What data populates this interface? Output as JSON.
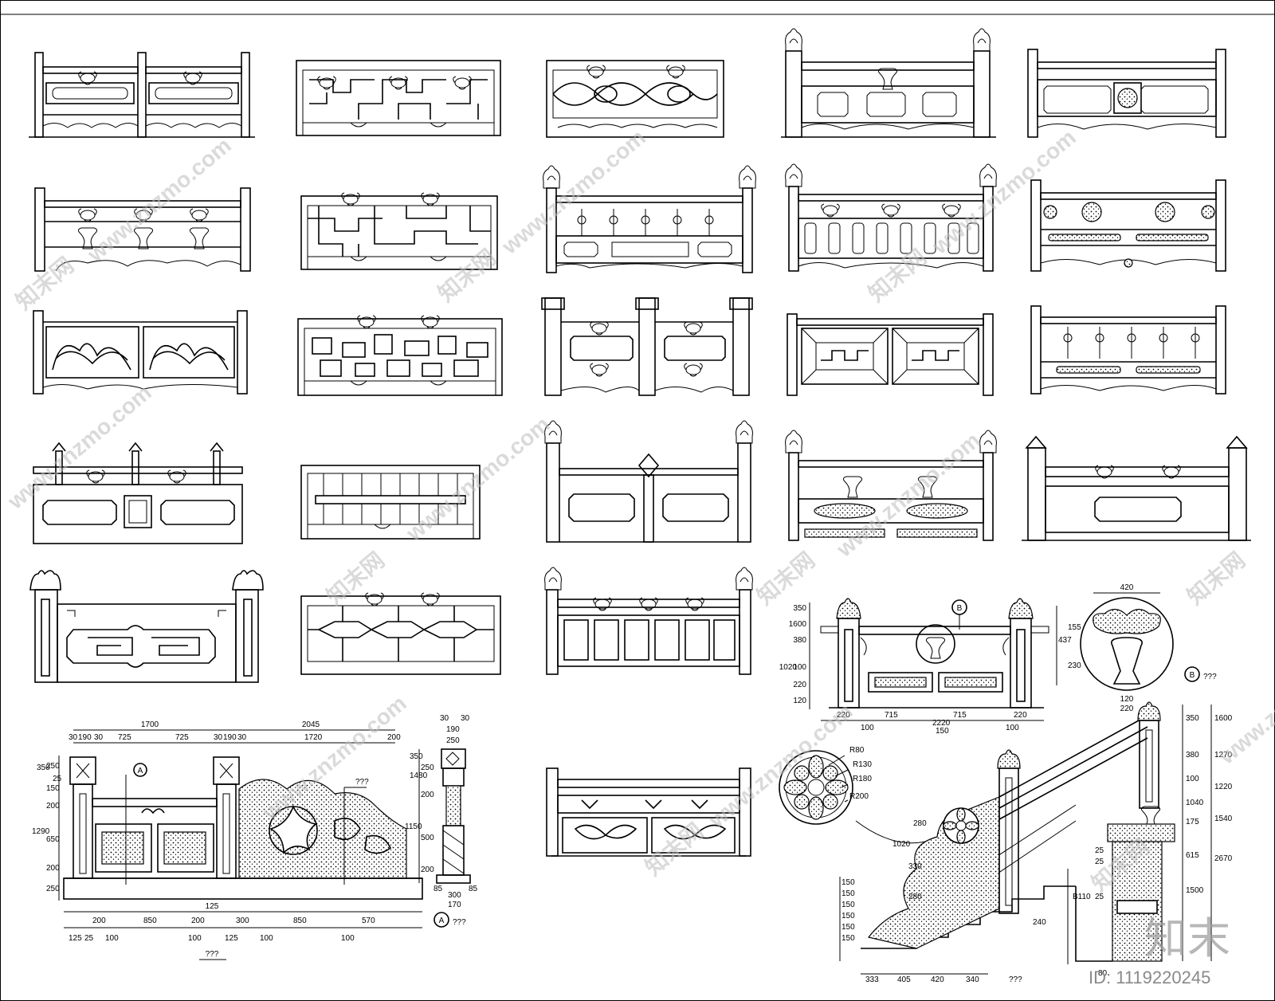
{
  "watermark": {
    "site": "www.znzmo.com",
    "brand": "知末网"
  },
  "logo": {
    "text": "知末"
  },
  "id_label": "ID: 1119220245",
  "detail_callouts": {
    "A": "A",
    "B": "B",
    "A_tag": "???",
    "B_tag": "???"
  },
  "dims_bottom_left": {
    "top_total_1": "1700",
    "top_total_2": "2045",
    "top_row": [
      "30",
      "190",
      "30",
      "725",
      "725",
      "30",
      "190",
      "30",
      "1720",
      "200"
    ],
    "left_side": [
      "350",
      "250",
      "150",
      "25",
      "200",
      "650",
      "200",
      "1290",
      "250"
    ],
    "right_side": [
      "350",
      "1480",
      "250",
      "200",
      "500",
      "200",
      "1150"
    ],
    "bottom_row_1": [
      "200",
      "850",
      "200",
      "300",
      "850",
      "570"
    ],
    "bottom_row_1_total": "125",
    "bottom_row_2": [
      "125",
      "25",
      "100",
      "100",
      "125",
      "100",
      "100"
    ],
    "bottom_tag": "???",
    "post_detail_top": [
      "30",
      "30",
      "190",
      "250"
    ],
    "post_detail_bottom": [
      "85",
      "300",
      "85",
      "170"
    ],
    "leader_tag": "???"
  },
  "dims_right_top": {
    "left_side": [
      "350",
      "1600",
      "380",
      "1020",
      "100",
      "220",
      "120"
    ],
    "right_side": [
      "155",
      "437",
      "230"
    ],
    "bottom": [
      "220",
      "715",
      "715",
      "220",
      "100",
      "2220",
      "150",
      "100"
    ],
    "detail_b_width": "420",
    "detail_b_base": [
      "120",
      "220"
    ]
  },
  "dims_right_bottom": {
    "radii": [
      "R80",
      "R130",
      "R180",
      "R200"
    ],
    "mid_side": [
      "280",
      "1020",
      "330",
      "280"
    ],
    "left_stack": [
      "150",
      "150",
      "150",
      "150",
      "150",
      "150"
    ],
    "right_side": [
      "350",
      "1600",
      "380",
      "100",
      "1040",
      "175",
      "615",
      "1500",
      "1540",
      "2670",
      "1270",
      "1220"
    ],
    "bottom": [
      "333",
      "405",
      "420",
      "340"
    ],
    "bottom_tag": "???",
    "stair_notes": [
      "25",
      "25",
      "25",
      "B110",
      "240",
      "80"
    ]
  }
}
